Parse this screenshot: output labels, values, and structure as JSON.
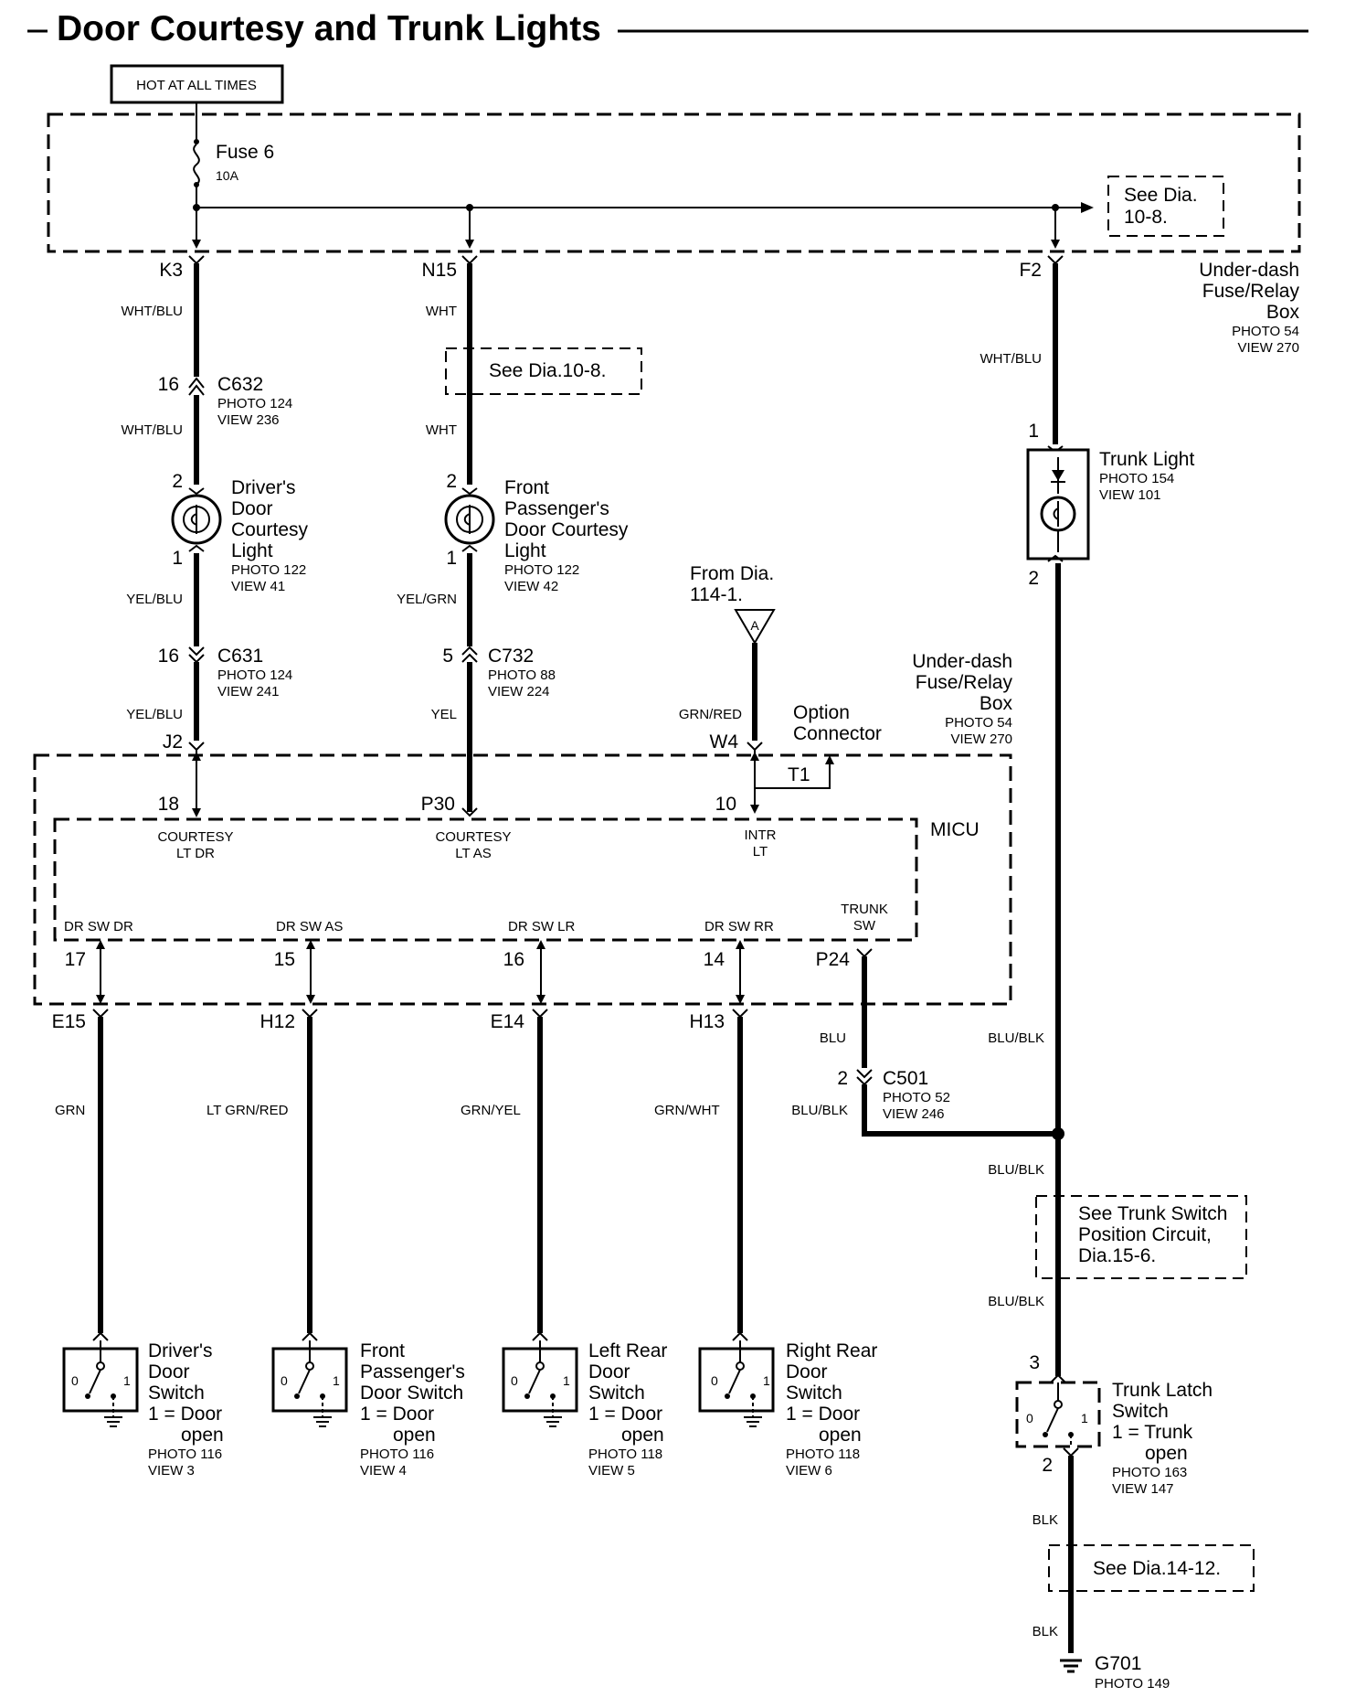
{
  "title": "Door Courtesy and Trunk Lights",
  "power_source": "HOT AT ALL TIMES",
  "fuse": {
    "name": "Fuse 6",
    "rating": "10A"
  },
  "refs": {
    "see_10_8_box": [
      "See Dia.",
      "10-8."
    ],
    "see_10_8": "See Dia.10-8.",
    "trunk_switch_position": [
      "See Trunk Switch",
      "Position Circuit,",
      "Dia.15-6."
    ],
    "see_14_12": "See Dia.14-12."
  },
  "fuse_box": {
    "name": [
      "Under-dash",
      "Fuse/Relay",
      "Box"
    ],
    "photo": "PHOTO 54",
    "view": "VIEW 270",
    "terminals": [
      "K3",
      "N15",
      "F2",
      "J2",
      "W4"
    ]
  },
  "micu": {
    "name": "MICU",
    "option_connector": [
      "Option",
      "Connector"
    ],
    "t1": "T1",
    "from_ref": [
      "From Dia.",
      "114-1."
    ],
    "from_marker": "A",
    "outputs": [
      {
        "pin": "18",
        "label": [
          "COURTESY",
          "LT DR"
        ]
      },
      {
        "pin": "P30",
        "label": [
          "COURTESY",
          "LT AS"
        ]
      },
      {
        "pin": "10",
        "label": [
          "INTR",
          "LT"
        ]
      }
    ],
    "inputs": [
      {
        "label": "DR SW DR",
        "pin": "17",
        "box_pin": "E15"
      },
      {
        "label": "DR SW AS",
        "pin": "15",
        "box_pin": "H12"
      },
      {
        "label": "DR SW LR",
        "pin": "16",
        "box_pin": "E14"
      },
      {
        "label": "DR SW RR",
        "pin": "14",
        "box_pin": "H13"
      },
      {
        "label": [
          "TRUNK",
          "SW"
        ],
        "pin": "P24"
      }
    ]
  },
  "wires": {
    "k3_top": "WHT/BLU",
    "k3_mid": "WHT/BLU",
    "dr_low1": "YEL/BLU",
    "dr_low2": "YEL/BLU",
    "n15_top": "WHT",
    "n15_mid": "WHT",
    "as_low1": "YEL/GRN",
    "as_low2": "YEL",
    "f2": "WHT/BLU",
    "w4": "GRN/RED",
    "e15": "GRN",
    "h12": "LT GRN/RED",
    "e14": "GRN/YEL",
    "h13": "GRN/WHT",
    "p24_top": "BLU",
    "p24_bottom": "BLU/BLK",
    "trunk_upper": "BLU/BLK",
    "trunk_lower1": "BLU/BLK",
    "trunk_lower2": "BLU/BLK",
    "gnd1": "BLK",
    "gnd2": "BLK"
  },
  "connectors": [
    {
      "id": "C632",
      "pin": "16",
      "photo": "PHOTO 124",
      "view": "VIEW 236"
    },
    {
      "id": "C631",
      "pin": "16",
      "photo": "PHOTO 124",
      "view": "VIEW 241"
    },
    {
      "id": "C732",
      "pin": "5",
      "photo": "PHOTO 88",
      "view": "VIEW 224"
    },
    {
      "id": "C501",
      "pin": "2",
      "photo": "PHOTO 52",
      "view": "VIEW 246"
    }
  ],
  "lights": [
    {
      "name": [
        "Driver's",
        "Door",
        "Courtesy",
        "Light"
      ],
      "pin_top": "2",
      "pin_bottom": "1",
      "photo": "PHOTO 122",
      "view": "VIEW 41"
    },
    {
      "name": [
        "Front",
        "Passenger's",
        "Door Courtesy",
        "Light"
      ],
      "pin_top": "2",
      "pin_bottom": "1",
      "photo": "PHOTO 122",
      "view": "VIEW 42"
    },
    {
      "name": [
        "Trunk Light"
      ],
      "pin_top": "1",
      "pin_bottom": "2",
      "photo": "PHOTO 154",
      "view": "VIEW 101"
    }
  ],
  "switches": [
    {
      "name": [
        "Driver's",
        "Door",
        "Switch",
        "1 = Door",
        "open"
      ],
      "photo": "PHOTO 116",
      "view": "VIEW 3"
    },
    {
      "name": [
        "Front",
        "Passenger's",
        "Door Switch",
        "1 = Door",
        "open"
      ],
      "photo": "PHOTO 116",
      "view": "VIEW 4"
    },
    {
      "name": [
        "Left Rear",
        "Door",
        "Switch",
        "1 = Door",
        "open"
      ],
      "photo": "PHOTO 118",
      "view": "VIEW 5"
    },
    {
      "name": [
        "Right Rear",
        "Door",
        "Switch",
        "1 = Door",
        "open"
      ],
      "photo": "PHOTO 118",
      "view": "VIEW 6"
    }
  ],
  "switch_states": [
    "0",
    "1"
  ],
  "trunk_switch": {
    "name": [
      "Trunk Latch",
      "Switch",
      "1 = Trunk",
      "open"
    ],
    "pin_top": "3",
    "pin_bottom": "2",
    "photo": "PHOTO 163",
    "view": "VIEW 147"
  },
  "ground": {
    "id": "G701",
    "photo": "PHOTO 149"
  }
}
